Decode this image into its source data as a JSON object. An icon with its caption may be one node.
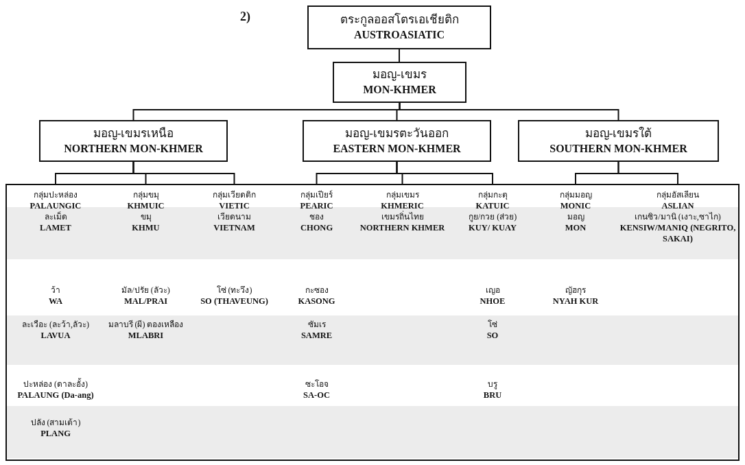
{
  "diagram": {
    "nodes": [
      {
        "text": [
          "ตระกูลออสโตรเอเชียติก",
          "AUSTROASIATIC"
        ]
      },
      {
        "text": [
          "มอญ-เขมร",
          "MON-KHMER"
        ]
      },
      {
        "text": [
          "มอญ-เขมรเหนือ",
          "NORTHERN MON-KHMER"
        ]
      },
      {
        "text": [
          "มอญ-เขมรตะวันออก",
          "EASTERN MON-KHMER"
        ]
      },
      {
        "text": [
          "มอญ-เขมรใต้",
          "SOUTHERN MON-KHMER"
        ]
      },
      {
        "text": [],
        "shape": "box"
      },
      {
        "text": [
          "กลุ่มปะหล่อง",
          "PALAUNGIC",
          "ละเม็ด",
          "LAMET",
          "ว้า",
          "WA",
          "ละเวือะ (ละว้า,ลัวะ)",
          "LAVUA",
          "ปะหล่อง (ดาละอั้ง)",
          "PALAUNG (Da-ang)",
          "ปลัง (สามเต้า)",
          "PLANG"
        ],
        "in": 5
      },
      {
        "text": [
          "กลุ่มขมุ",
          "KHMUIC",
          "ขมุ",
          "KHMU",
          "มัล/ปรัย (ลัวะ)",
          "MAL/PRAI",
          "มลาบรี (ผี) ตองเหลือง",
          "MLABRI"
        ],
        "in": 5
      },
      {
        "text": [
          "กลุ่มเวียดติก",
          "VIETIC",
          "เวียดนาม",
          "VIETNAM",
          "โซ่ (ทะวึง)",
          "SO (THAVEUNG)"
        ],
        "in": 5
      },
      {
        "text": [
          "กลุ่มเปียร์",
          "PEARIC",
          "ชอง",
          "CHONG",
          "กะซอง",
          "KASONG",
          "ซัมเร",
          "SAMRE",
          "ซะโอจ",
          "SA-OC"
        ],
        "in": 5
      },
      {
        "text": [
          "กลุ่มเขมร",
          "KHMERIC",
          "เขมรถิ่นไทย",
          "NORTHERN KHMER"
        ],
        "in": 5
      },
      {
        "text": [
          "กลุ่มกะตุ",
          "KATUIC",
          "กูย/กวย (ส่วย)",
          "KUY/ KUAY",
          "เญอ",
          "NHOE",
          "โซ่",
          "SO",
          "บรู",
          "BRU"
        ],
        "in": 5
      },
      {
        "text": [
          "กลุ่มมอญ",
          "MONIC",
          "มอญ",
          "MON",
          "ญัฮกุร",
          "NYAH KUR"
        ],
        "in": 5
      },
      {
        "text": [
          "กลุ่มอัสเลียน",
          "ASLIAN",
          "เกนซิว/มานิ (เงาะ,ซาไก)",
          "KENSIW/MANIQ (NEGRITO, SAKAI)"
        ],
        "in": 5
      }
    ],
    "edges": [
      {
        "from": 0,
        "to": 1,
        "arrow": "none"
      },
      {
        "from": 1,
        "to": 2,
        "arrow": "none"
      },
      {
        "from": 1,
        "to": 3,
        "arrow": "none"
      },
      {
        "from": 1,
        "to": 4,
        "arrow": "none"
      },
      {
        "from": 2,
        "to": 6,
        "arrow": "none"
      },
      {
        "from": 2,
        "to": 7,
        "arrow": "none"
      },
      {
        "from": 2,
        "to": 8,
        "arrow": "none"
      },
      {
        "from": 3,
        "to": 9,
        "arrow": "none"
      },
      {
        "from": 3,
        "to": 10,
        "arrow": "none"
      },
      {
        "from": 3,
        "to": 11,
        "arrow": "none"
      },
      {
        "from": 4,
        "to": 12,
        "arrow": "none"
      },
      {
        "from": 4,
        "to": 13,
        "arrow": "none"
      }
    ],
    "labels": [
      "2)"
    ]
  }
}
